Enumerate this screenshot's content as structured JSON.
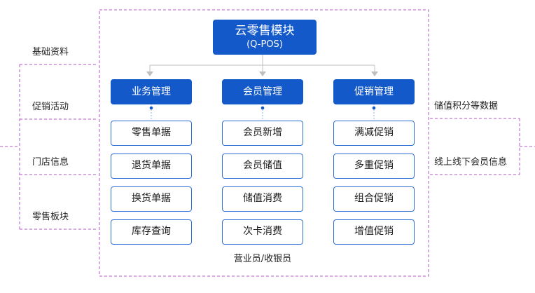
{
  "title": {
    "main": "云零售模块",
    "sub": "(Q-POS)"
  },
  "categories": [
    {
      "label": "业务管理",
      "items": [
        "零售单据",
        "退货单据",
        "换货单据",
        "库存查询"
      ]
    },
    {
      "label": "会员管理",
      "items": [
        "会员新增",
        "会员储值",
        "储值消费",
        "次卡消费"
      ]
    },
    {
      "label": "促销管理",
      "items": [
        "满减促销",
        "多重促销",
        "组合促销",
        "增值促销"
      ]
    }
  ],
  "left_inputs": [
    "基础资料",
    "促销活动",
    "门店信息",
    "零售板块"
  ],
  "right_outputs": [
    "储值积分等数据",
    "线上线下会员信息"
  ],
  "footer": "营业员/收银员",
  "colors": {
    "primary": "#1359c9",
    "item_border": "#2b6fd6",
    "dashed_line": "#b455c8",
    "connector": "#bfbfbf"
  }
}
